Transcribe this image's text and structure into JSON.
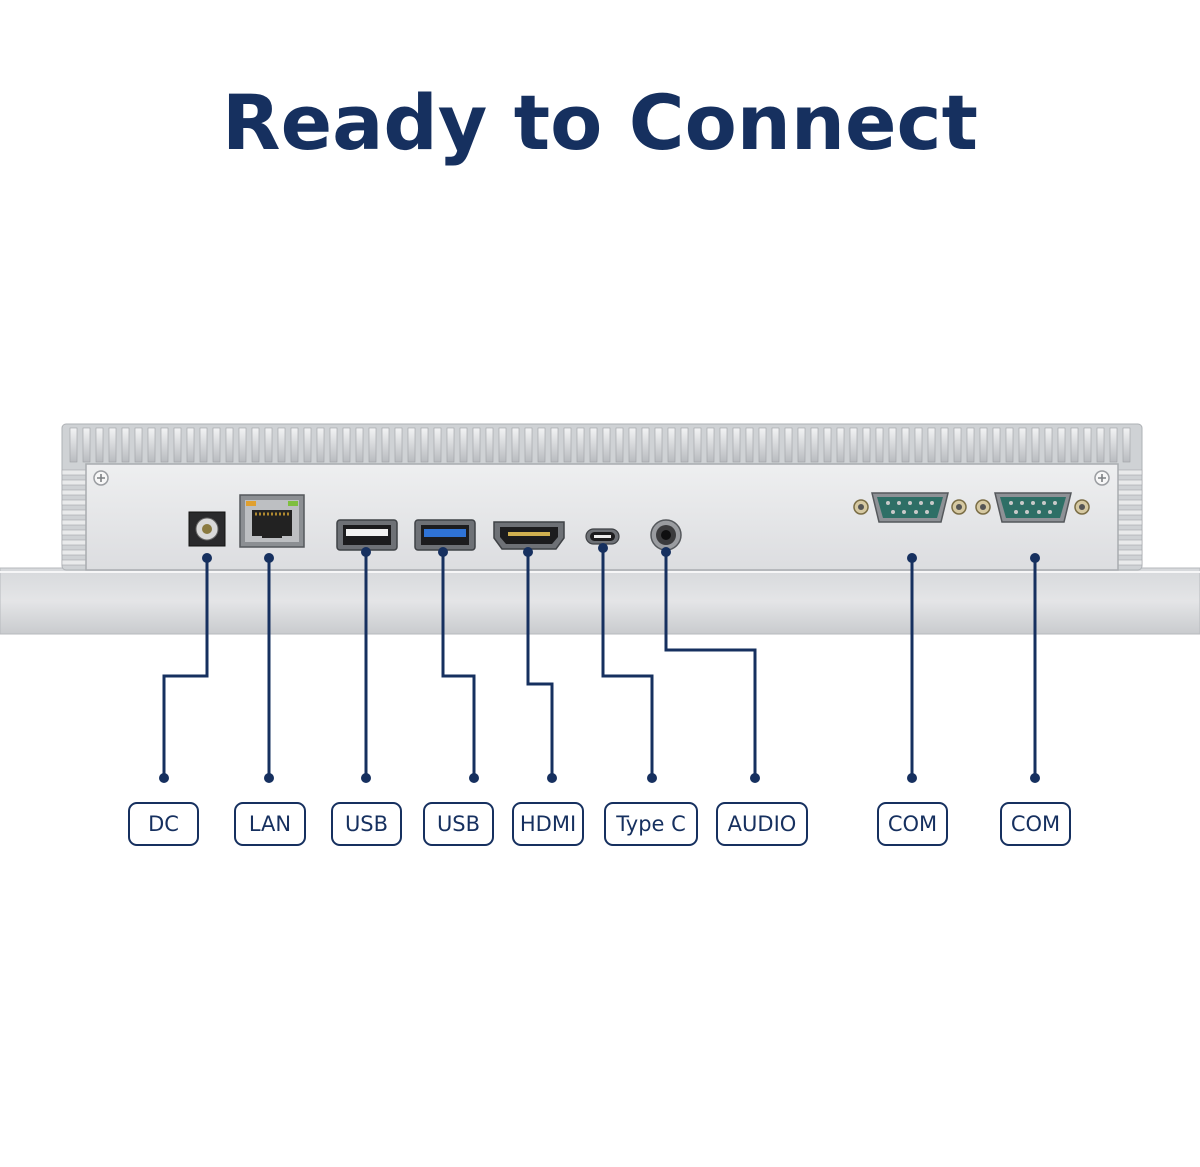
{
  "title": "Ready to Connect",
  "colors": {
    "accent": "#16305f",
    "chassis": "#c4c7cb",
    "panel": "#e6e6e8",
    "usb3_blue": "#2f73d6",
    "serial_green": "#2e6f66"
  },
  "ports": [
    {
      "id": "dc",
      "label": "DC",
      "icon": "dc-jack-icon"
    },
    {
      "id": "lan",
      "label": "LAN",
      "icon": "rj45-port-icon"
    },
    {
      "id": "usb1",
      "label": "USB",
      "icon": "usb-2-port-icon"
    },
    {
      "id": "usb2",
      "label": "USB",
      "icon": "usb-3-port-icon"
    },
    {
      "id": "hdmi",
      "label": "HDMI",
      "icon": "hdmi-port-icon"
    },
    {
      "id": "typec",
      "label": "Type C",
      "icon": "usb-c-port-icon"
    },
    {
      "id": "audio",
      "label": "AUDIO",
      "icon": "audio-jack-icon"
    },
    {
      "id": "com1",
      "label": "COM",
      "icon": "db9-serial-port-icon"
    },
    {
      "id": "com2",
      "label": "COM",
      "icon": "db9-serial-port-icon"
    }
  ]
}
